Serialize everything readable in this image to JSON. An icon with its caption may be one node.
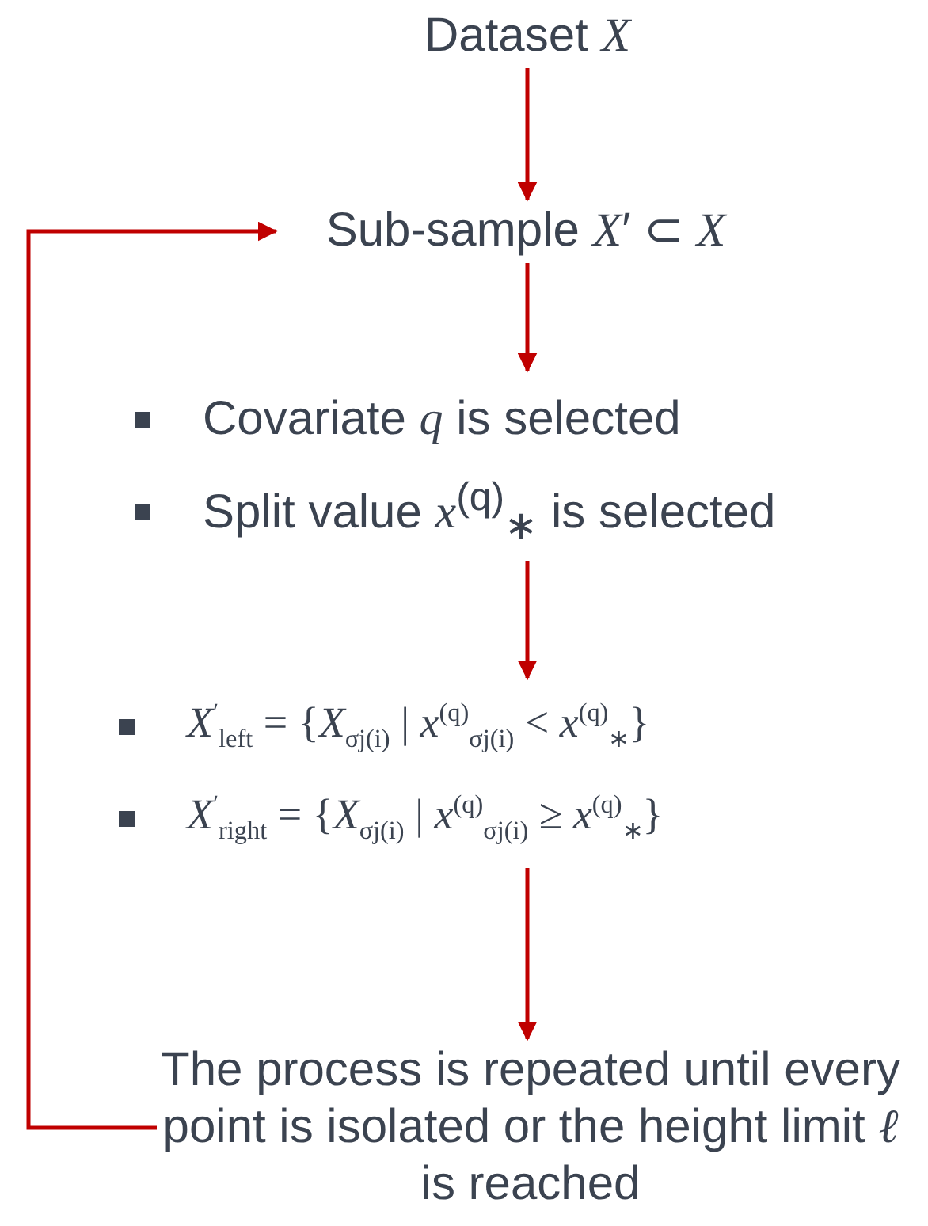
{
  "diagram": {
    "nodes": [
      {
        "text": [
          "Dataset *X*"
        ]
      },
      {
        "text": [
          "Sub-sample *X*′ ⊂ *X*"
        ]
      },
      {
        "text": [
          "Covariate *q* is selected",
          "Split value *x*$^{(q)}$$_{∗}$ is selected"
        ]
      },
      {
        "text": [
          "*X*$^{′}$$_{left}$ = {*X*$_{σj(i)}$ | *x*$^{(q)}$$_{σj(i)}$ < *x*$^{(q)}$$_{∗}$}",
          "*X*$^{′}$$_{right}$ = {*X*$_{σj(i)}$ | *x*$^{(q)}$$_{σj(i)}$ ≥ *x*$^{(q)}$$_{∗}$}"
        ]
      },
      {
        "text": [
          "The process is repeated until every point is isolated or the height limit *ℓ* is reached"
        ]
      }
    ],
    "edges": [
      {
        "from": 0,
        "to": 1,
        "arrow": "to"
      },
      {
        "from": 1,
        "to": 2,
        "arrow": "to"
      },
      {
        "from": 2,
        "to": 3,
        "arrow": "to"
      },
      {
        "from": 3,
        "to": 4,
        "arrow": "to"
      },
      {
        "from": 4,
        "to": 1,
        "arrow": "to"
      }
    ]
  }
}
